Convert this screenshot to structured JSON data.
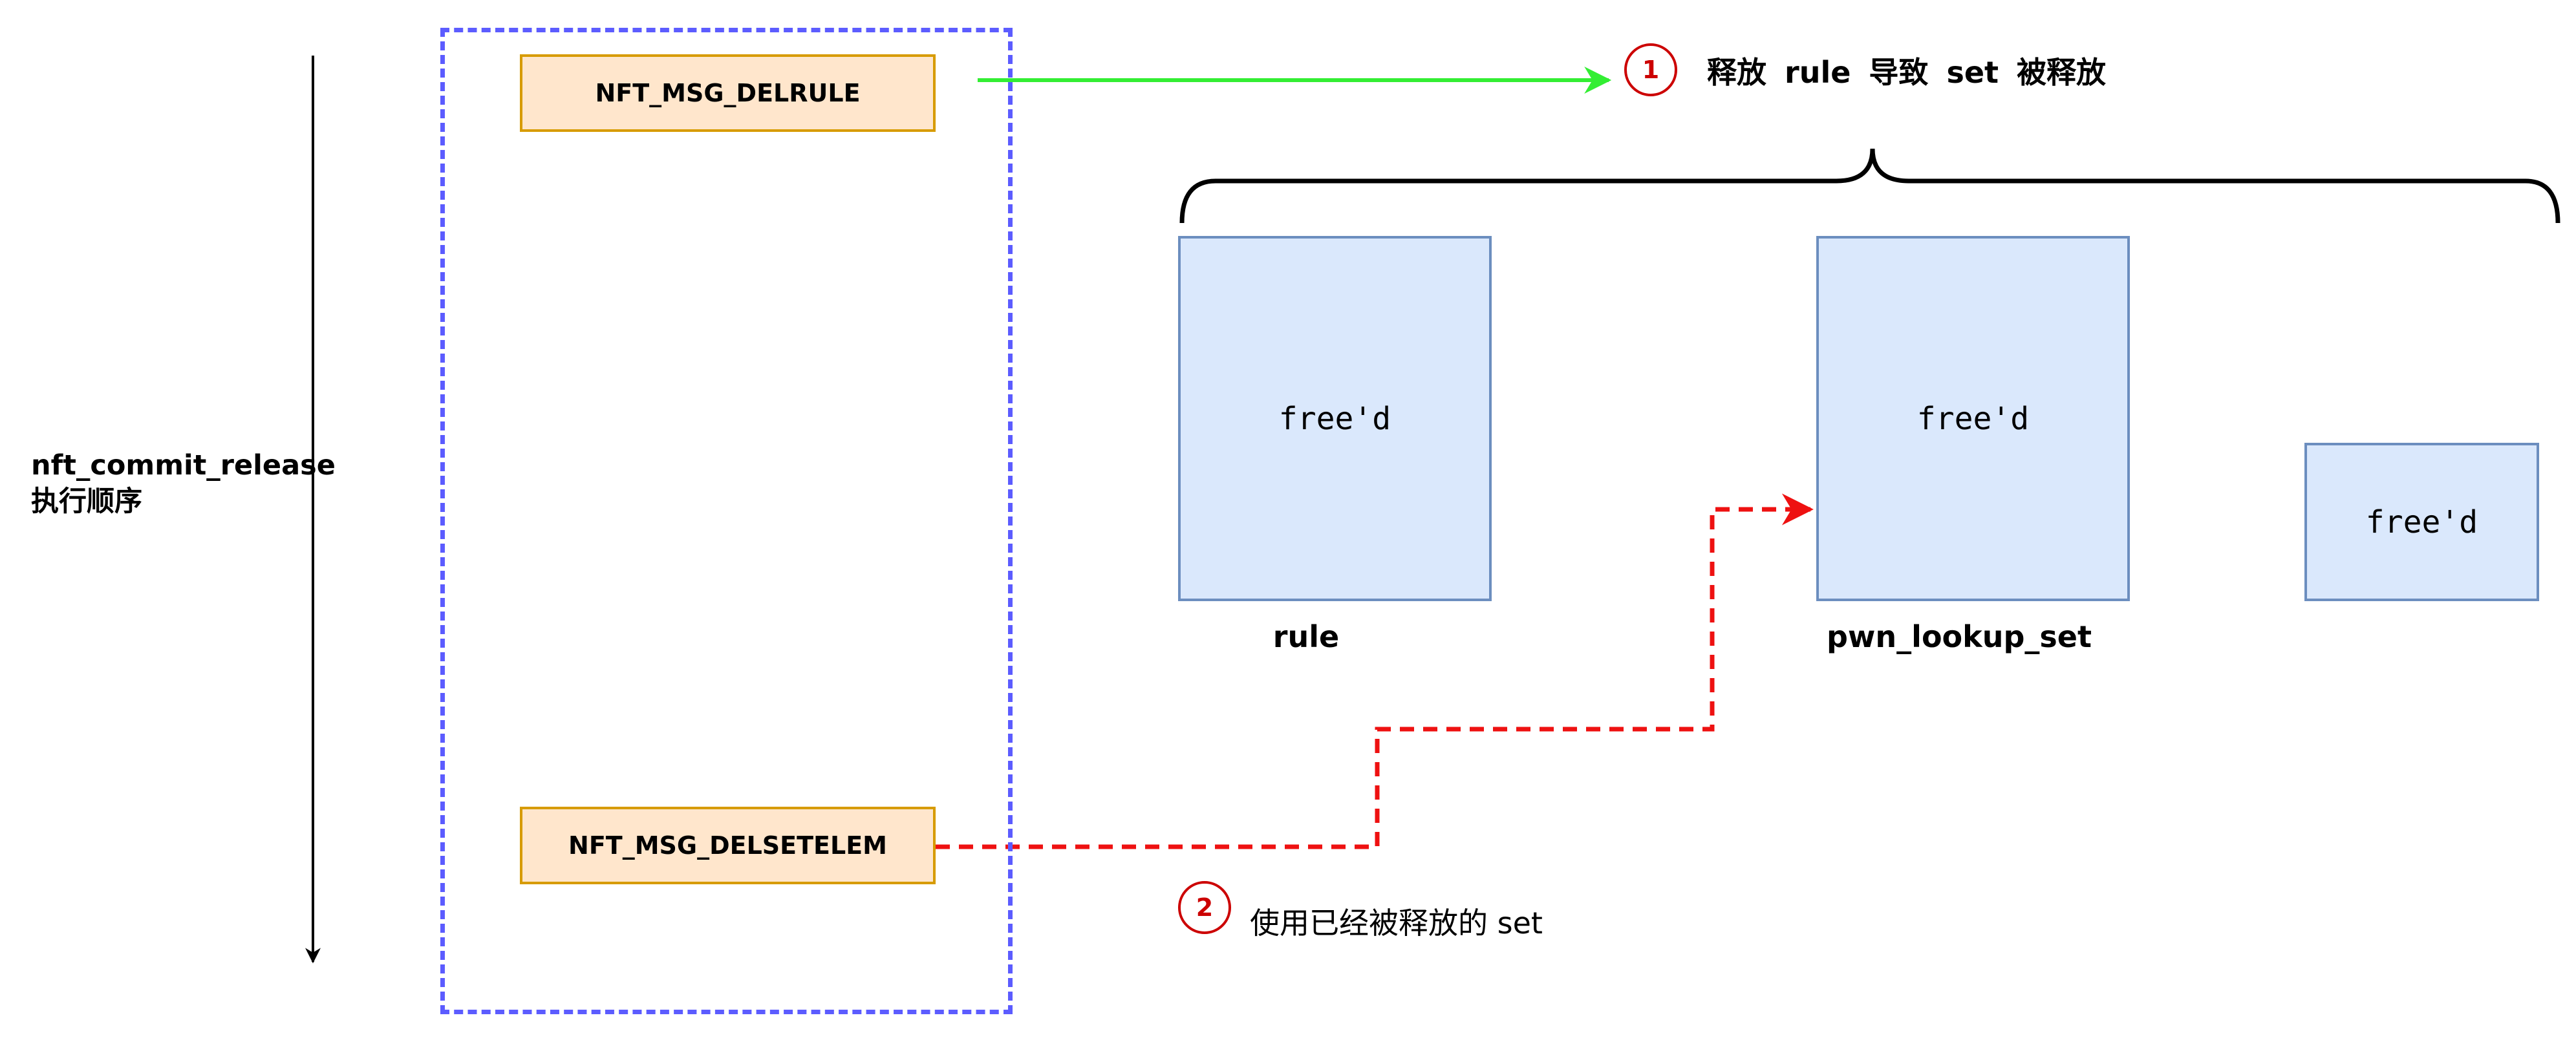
{
  "timeline": {
    "label_line1": "nft_commit_release",
    "label_line2": "执行顺序"
  },
  "messages": {
    "del_rule": "NFT_MSG_DELRULE",
    "del_setelem": "NFT_MSG_DELSETELEM"
  },
  "objects": {
    "rule_box": "free'd",
    "set_box": "free'd",
    "third_box": "free'd",
    "rule_label": "rule",
    "set_label": "pwn_lookup_set"
  },
  "steps": {
    "step1_number": "1",
    "step1_text": "释放 rule 导致 set 被释放",
    "step2_number": "2",
    "step2_text": "使用已经被释放的 set"
  },
  "colors": {
    "frame": "#5c5cff",
    "message_fill": "#ffe6cc",
    "message_border": "#d79b00",
    "object_fill": "#dae8fc",
    "object_border": "#6c8ebf",
    "green_arrow": "#33ee33",
    "red_arrow": "#ee1111",
    "step_circle": "#cc0000"
  }
}
